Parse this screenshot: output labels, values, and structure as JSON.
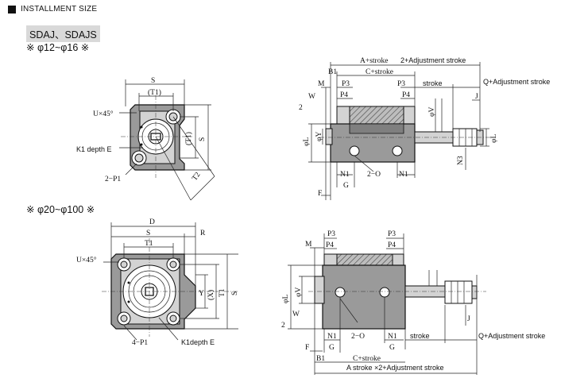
{
  "header": {
    "title": "INSTALLMENT SIZE"
  },
  "section1": {
    "model": "SDAJ、SDAJS",
    "range": "※ φ12~φ16 ※",
    "front": {
      "S": "S",
      "T1": "(T1)",
      "T1v": "(T1)",
      "Sv": "S",
      "U": "U×45°",
      "K1": "K1 depth E",
      "P1": "2−P1",
      "T2": "T2"
    },
    "side": {
      "A": "A+stroke",
      "A2": "2+Adjustment stroke",
      "B1": "B1",
      "C": "C+stroke",
      "M": "M",
      "P3a": "P3",
      "P3b": "P3",
      "stroke": "stroke",
      "Q": "Q+Adjustment stroke",
      "W": "W",
      "P4a": "P4",
      "P4b": "P4",
      "two": "2",
      "J": "J",
      "phiV": "φV",
      "phiL": "φL",
      "phiY": "φY",
      "phiL2": "φL",
      "N3": "N3",
      "N1a": "N1",
      "O": "2−O",
      "N1b": "N1",
      "G": "G",
      "F": "F"
    }
  },
  "section2": {
    "range": "※ φ20~φ100 ※",
    "front": {
      "D": "D",
      "S": "S",
      "R": "R",
      "T1": "T1",
      "U": "U×45°",
      "Y": "Y",
      "X": "(X)",
      "T1v": "T1",
      "Sv": "S",
      "P1": "4−P1",
      "K1": "K1depth E"
    },
    "side": {
      "M": "M",
      "P3a": "P3",
      "P3b": "P3",
      "P4a": "P4",
      "P4b": "P4",
      "phiL": "φL",
      "phiV": "φV",
      "W": "W",
      "two": "2",
      "O": "2−O",
      "J": "J",
      "N1a": "N1",
      "N1b": "N1",
      "G1": "G",
      "G2": "G",
      "stroke": "stroke",
      "Q": "Q+Adjustment stroke",
      "F": "F",
      "B1": "B1",
      "C": "C+stroke",
      "A": "A stroke ×2+Adjustment stroke"
    }
  }
}
